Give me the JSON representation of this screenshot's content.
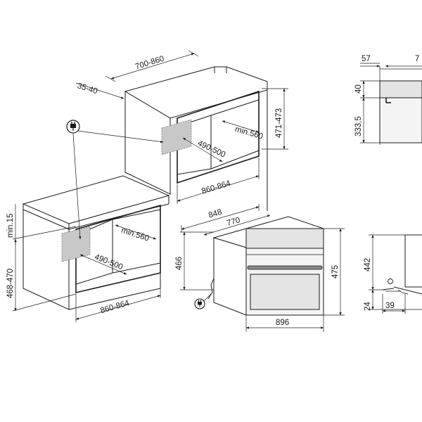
{
  "dimensions": {
    "top_cabinet_depth": "700-860",
    "top_cabinet_offset": "35-40",
    "top_niche_height": "471-473",
    "top_niche_depth": "min.560",
    "top_niche_inner_height": "490-500",
    "top_niche_width": "860-864",
    "bottom_gap": "min.15",
    "bottom_height": "468-470",
    "bottom_niche_depth": "min.560",
    "bottom_niche_inner_height": "490-500",
    "bottom_niche_width": "860-864",
    "oven_depth": "848",
    "oven_body_depth": "770",
    "oven_height": "466",
    "oven_front_height": "475",
    "oven_width": "896",
    "side_top": "57",
    "side_top_cut": "7",
    "side_40": "40",
    "side_333": "333,5",
    "side_442": "442",
    "side_24": "24",
    "side_39": "39"
  },
  "icons": {
    "plug_top": "power-plug-icon",
    "plug_bottom": "power-plug-icon"
  }
}
